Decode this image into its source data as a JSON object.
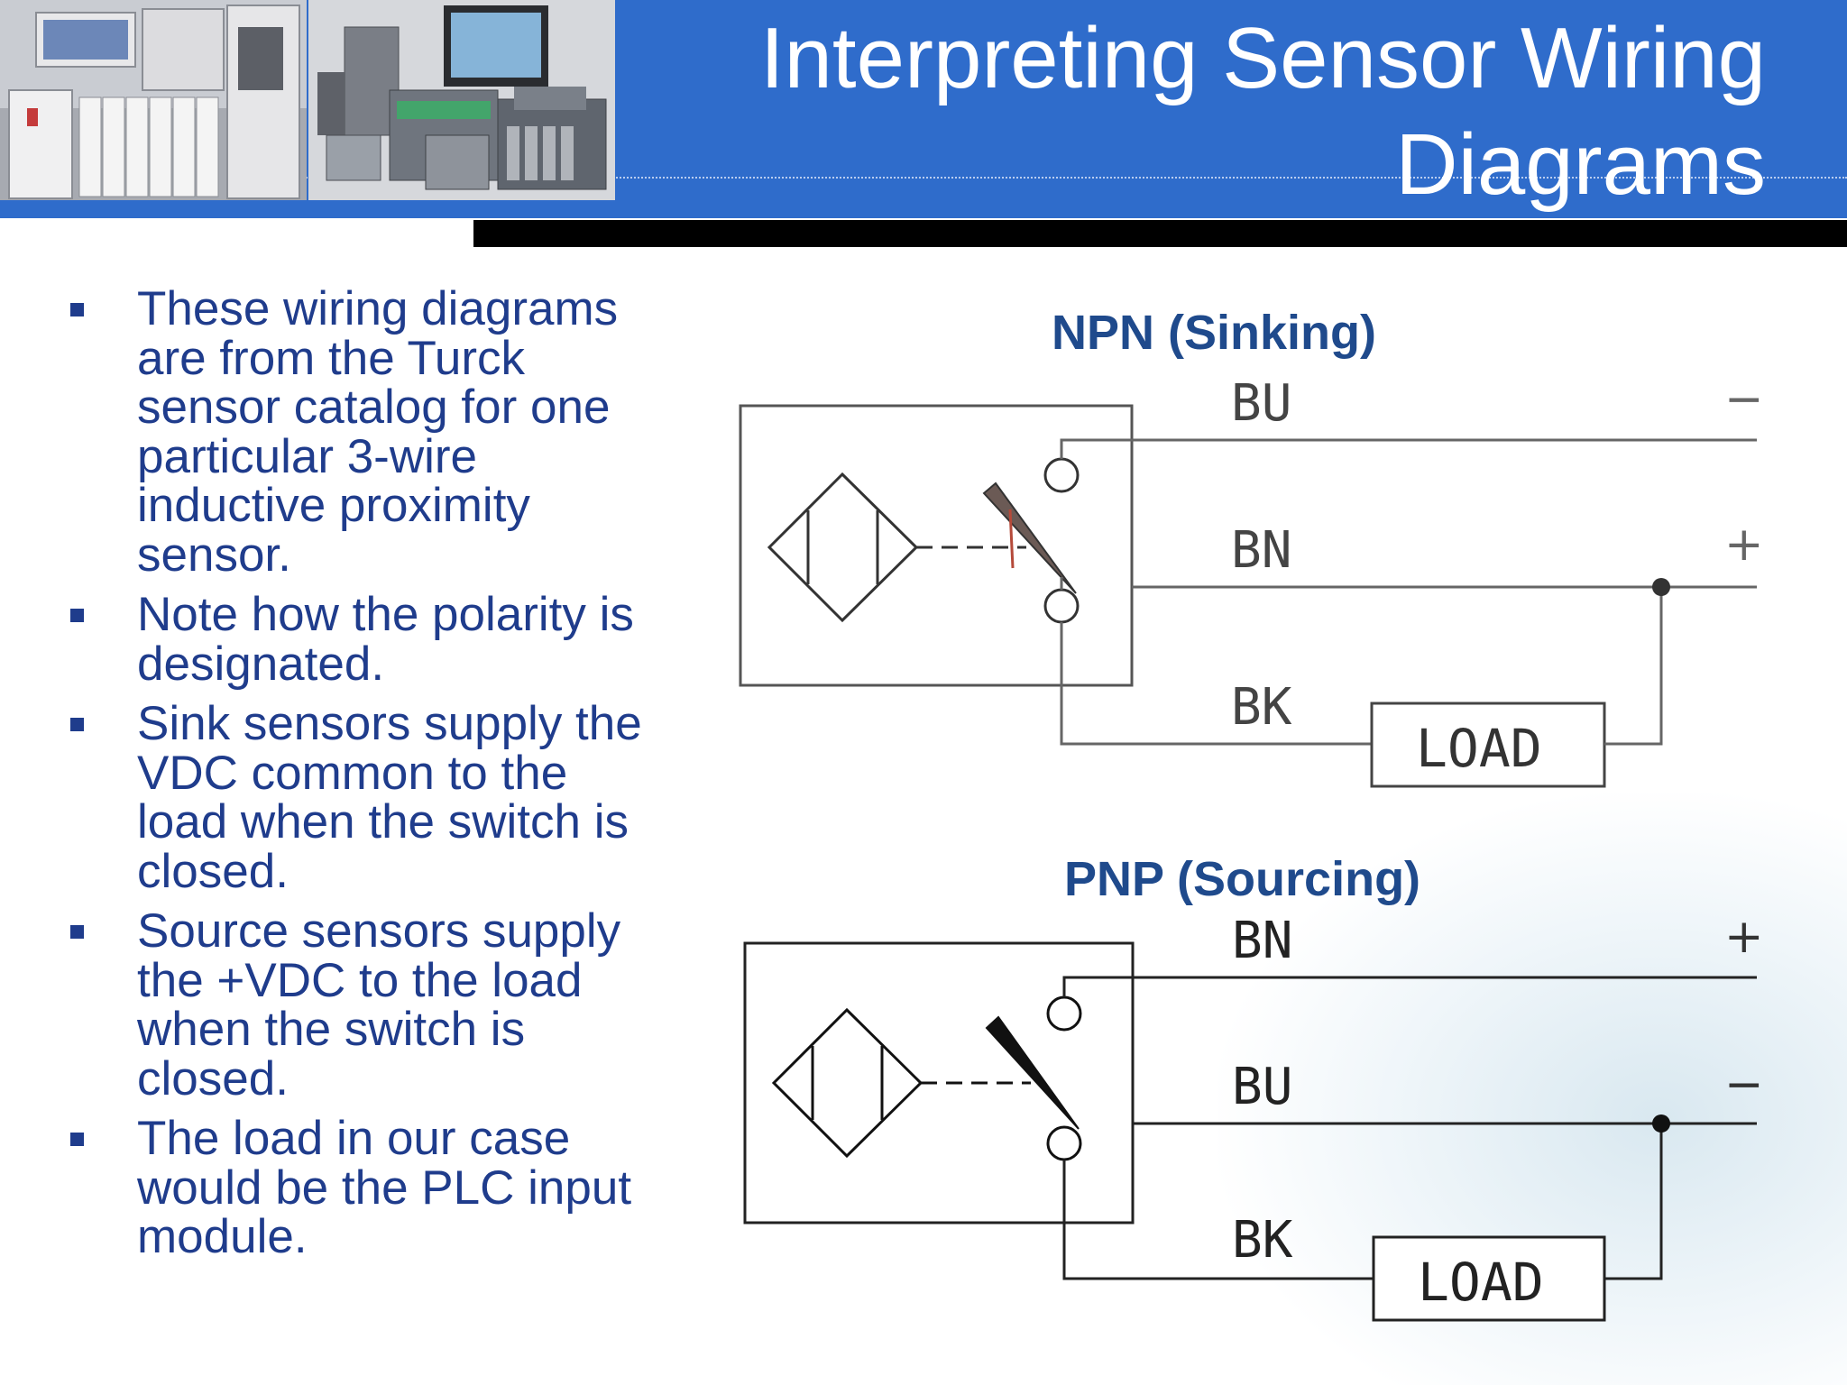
{
  "title": {
    "line1": "Interpreting Sensor Wiring",
    "line2": "Diagrams"
  },
  "bullets": [
    "These wiring diagrams are from the Turck sensor catalog for one particular 3-wire inductive proximity sensor.",
    "Note how the polarity is designated.",
    "Sink sensors supply the VDC common to the load when the switch is closed.",
    "Source sensors supply the +VDC to the load when the switch is closed.",
    "The load in our case would be the PLC input module."
  ],
  "npn": {
    "heading": "NPN (Sinking)",
    "top_wire": "BU",
    "top_sign": "−",
    "mid_wire": "BN",
    "mid_sign": "+",
    "bottom_wire": "BK",
    "load": "LOAD"
  },
  "pnp": {
    "heading": "PNP (Sourcing)",
    "top_wire": "BN",
    "top_sign": "+",
    "mid_wire": "BU",
    "mid_sign": "−",
    "bottom_wire": "BK",
    "load": "LOAD"
  },
  "colors": {
    "header_blue": "#2f6ccb",
    "bullet_text": "#1f3c8c",
    "heading_text": "#1f4a8c"
  }
}
